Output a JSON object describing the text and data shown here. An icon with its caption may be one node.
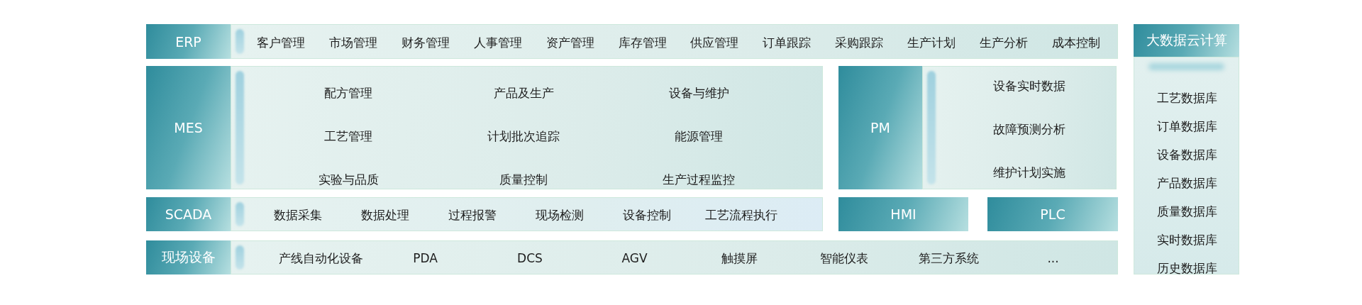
{
  "diagram": {
    "nodes": [
      {
        "text": [
          "ERP"
        ]
      },
      {
        "text": [
          "客户管理",
          "市场管理",
          "财务管理",
          "人事管理",
          "资产管理",
          "库存管理",
          "供应管理",
          "订单跟踪",
          "采购跟踪",
          "生产计划",
          "生产分析",
          "成本控制"
        ]
      },
      {
        "text": [
          "MES"
        ]
      },
      {
        "text": [
          "配方管理",
          "产品及生产",
          "设备与维护",
          "工艺管理",
          "计划批次追踪",
          "能源管理",
          "实验与品质",
          "质量控制",
          "生产过程监控"
        ]
      },
      {
        "text": [
          "PM"
        ]
      },
      {
        "text": [
          "设备实时数据",
          "故障预测分析",
          "维护计划实施"
        ]
      },
      {
        "text": [
          "SCADA"
        ]
      },
      {
        "text": [
          "数据采集",
          "数据处理",
          "过程报警",
          "现场检测",
          "设备控制",
          "工艺流程执行"
        ]
      },
      {
        "text": [
          "HMI"
        ]
      },
      {
        "text": [
          "PLC"
        ]
      },
      {
        "text": [
          "现场设备"
        ]
      },
      {
        "text": [
          "产线自动化设备",
          "PDA",
          "DCS",
          "AGV",
          "触摸屏",
          "智能仪表",
          "第三方系统",
          "..."
        ]
      },
      {
        "text": [
          "大数据云计算"
        ]
      },
      {
        "text": [
          "工艺数据库",
          "订单数据库",
          "设备数据库",
          "产品数据库",
          "质量数据库",
          "实时数据库",
          "历史数据库"
        ]
      }
    ]
  }
}
